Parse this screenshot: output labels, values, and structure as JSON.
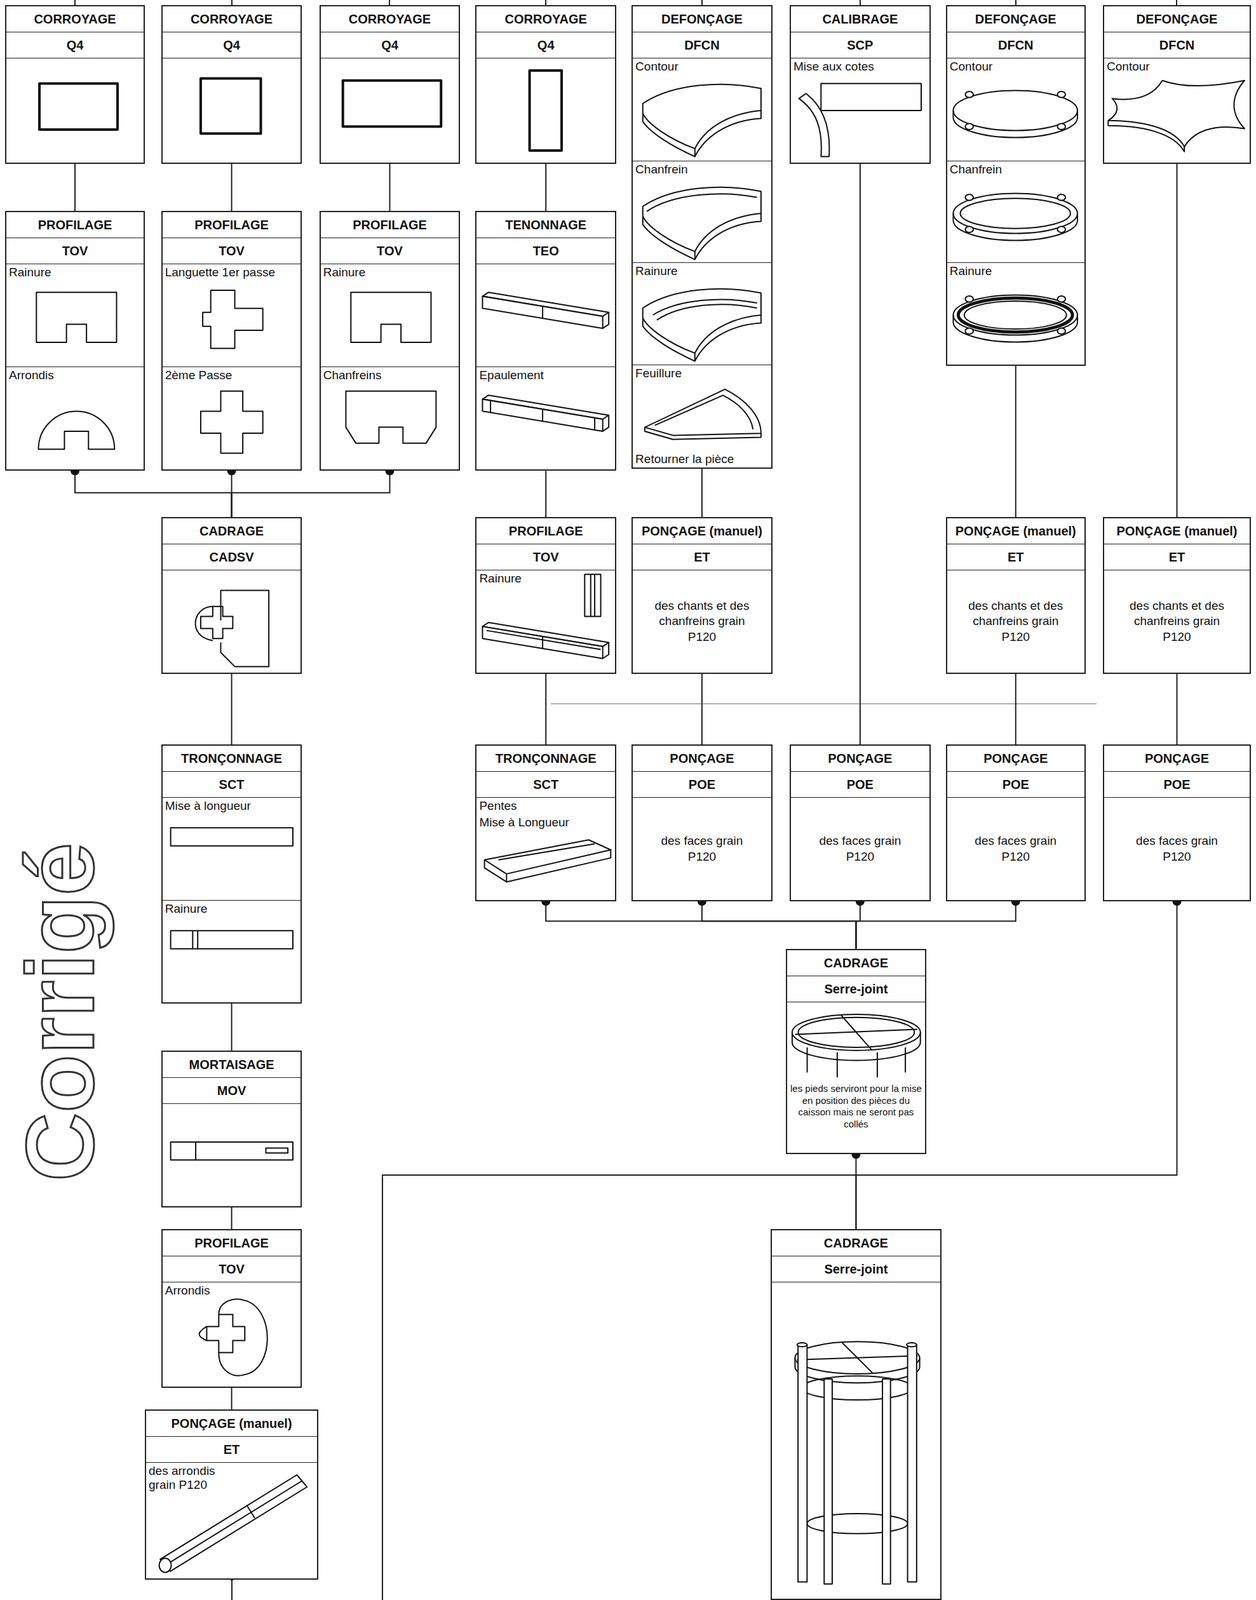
{
  "diagram": {
    "nodes": [
      {
        "text": [
          "CORROYAGE",
          "Q4"
        ]
      },
      {
        "text": [
          "CORROYAGE",
          "Q4"
        ]
      },
      {
        "text": [
          "CORROYAGE",
          "Q4"
        ]
      },
      {
        "text": [
          "CORROYAGE",
          "Q4"
        ]
      },
      {
        "text": [
          "DEFONÇAGE",
          "DFCN",
          "Contour",
          "Chanfrein",
          "Rainure",
          "Feuillure",
          "Retourner la pièce"
        ]
      },
      {
        "text": [
          "CALIBRAGE",
          "SCP",
          "Mise aux cotes"
        ]
      },
      {
        "text": [
          "DEFONÇAGE",
          "DFCN",
          "Contour",
          "Chanfrein",
          "Rainure"
        ]
      },
      {
        "text": [
          "DEFONÇAGE",
          "DFCN",
          "Contour"
        ]
      },
      {
        "text": [
          "PROFILAGE",
          "TOV",
          "Rainure",
          "Arrondis"
        ]
      },
      {
        "text": [
          "PROFILAGE",
          "TOV",
          "Languette 1er passe",
          "2ème Passe"
        ]
      },
      {
        "text": [
          "PROFILAGE",
          "TOV",
          "Rainure",
          "Chanfreins"
        ]
      },
      {
        "text": [
          "TENONNAGE",
          "TEO",
          "Epaulement"
        ]
      },
      {
        "text": [
          "CADRAGE",
          "CADSV"
        ]
      },
      {
        "text": [
          "PROFILAGE",
          "TOV",
          "Rainure"
        ]
      },
      {
        "text": [
          "PONÇAGE (manuel)",
          "ET",
          "des chants et des chanfreins grain P120"
        ]
      },
      {
        "text": [
          "PONÇAGE (manuel)",
          "ET",
          "des chants et des chanfreins grain P120"
        ]
      },
      {
        "text": [
          "PONÇAGE (manuel)",
          "ET",
          "des chants et des chanfreins grain P120"
        ]
      },
      {
        "text": [
          "TRONÇONNAGE",
          "SCT",
          "Mise à longueur",
          "Rainure"
        ]
      },
      {
        "text": [
          "TRONÇONNAGE",
          "SCT",
          "Pentes",
          "Mise à Longueur"
        ]
      },
      {
        "text": [
          "PONÇAGE",
          "POE",
          "des faces grain P120"
        ]
      },
      {
        "text": [
          "PONÇAGE",
          "POE",
          "des faces grain P120"
        ]
      },
      {
        "text": [
          "PONÇAGE",
          "POE",
          "des faces grain P120"
        ]
      },
      {
        "text": [
          "PONÇAGE",
          "POE",
          "des faces grain P120"
        ]
      },
      {
        "text": [
          "CADRAGE",
          "Serre-joint",
          "les pieds serviront pour la mise en position des pièces du caisson mais ne seront pas collés"
        ]
      },
      {
        "text": [
          "MORTAISAGE",
          "MOV"
        ]
      },
      {
        "text": [
          "PROFILAGE",
          "TOV",
          "Arrondis"
        ]
      },
      {
        "text": [
          "CADRAGE",
          "Serre-joint"
        ]
      },
      {
        "text": [
          "PONÇAGE (manuel)",
          "ET",
          "des arrondis grain P120"
        ]
      }
    ],
    "edges": [
      {
        "from": 0,
        "to": 8,
        "arrow": "none"
      },
      {
        "from": 1,
        "to": 9,
        "arrow": "none"
      },
      {
        "from": 2,
        "to": 10,
        "arrow": "none"
      },
      {
        "from": 3,
        "to": 11,
        "arrow": "none"
      },
      {
        "from": 4,
        "to": 14,
        "arrow": "none"
      },
      {
        "from": 5,
        "to": 20,
        "arrow": "none"
      },
      {
        "from": 6,
        "to": 15,
        "arrow": "none"
      },
      {
        "from": 7,
        "to": 16,
        "arrow": "none"
      },
      {
        "from": 8,
        "to": 12,
        "arrow": "none"
      },
      {
        "from": 9,
        "to": 12,
        "arrow": "none"
      },
      {
        "from": 10,
        "to": 12,
        "arrow": "none"
      },
      {
        "from": 11,
        "to": 13,
        "arrow": "none"
      },
      {
        "from": 12,
        "to": 17,
        "arrow": "none"
      },
      {
        "from": 13,
        "to": 18,
        "arrow": "none"
      },
      {
        "from": 14,
        "to": 19,
        "arrow": "none"
      },
      {
        "from": 15,
        "to": 21,
        "arrow": "none"
      },
      {
        "from": 16,
        "to": 22,
        "arrow": "none"
      },
      {
        "from": 17,
        "to": 24,
        "arrow": "none"
      },
      {
        "from": 18,
        "to": 23,
        "arrow": "none"
      },
      {
        "from": 19,
        "to": 23,
        "arrow": "none"
      },
      {
        "from": 20,
        "to": 23,
        "arrow": "none"
      },
      {
        "from": 21,
        "to": 23,
        "arrow": "none"
      },
      {
        "from": 22,
        "to": 26,
        "arrow": "none"
      },
      {
        "from": 23,
        "to": 26,
        "arrow": "none"
      },
      {
        "from": 24,
        "to": 25,
        "arrow": "none"
      },
      {
        "from": 25,
        "to": 27,
        "arrow": "none"
      }
    ],
    "labels": [
      "Corrigé"
    ]
  }
}
